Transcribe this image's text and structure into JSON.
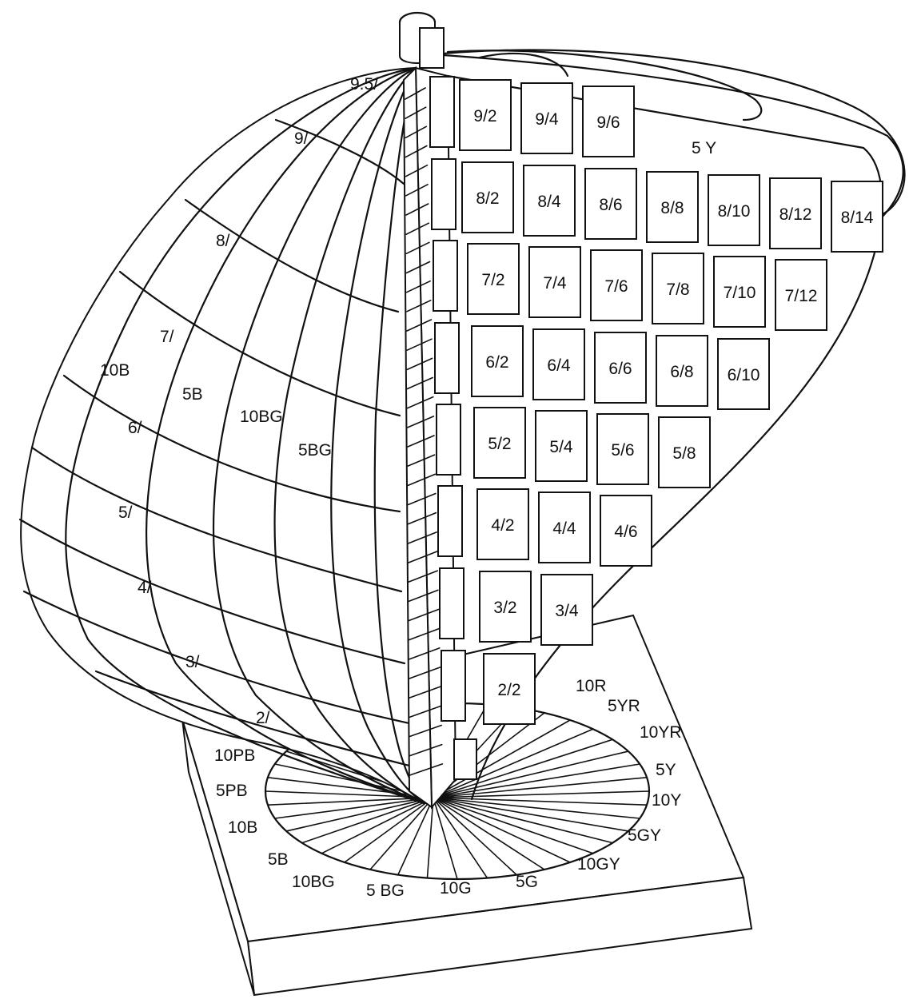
{
  "hue_page": {
    "hue": "5 Y",
    "rows": [
      [
        "9/2",
        "9/4",
        "9/6"
      ],
      [
        "8/2",
        "8/4",
        "8/6",
        "8/8",
        "8/10",
        "8/12",
        "8/14"
      ],
      [
        "7/2",
        "7/4",
        "7/6",
        "7/8",
        "7/10",
        "7/12"
      ],
      [
        "6/2",
        "6/4",
        "6/6",
        "6/8",
        "6/10"
      ],
      [
        "5/2",
        "5/4",
        "5/6",
        "5/8"
      ],
      [
        "4/2",
        "4/4",
        "4/6"
      ],
      [
        "3/2",
        "3/4"
      ],
      [
        "2/2"
      ]
    ]
  },
  "value_labels": [
    "9.5/",
    "9/",
    "8/",
    "7/",
    "6/",
    "5/",
    "4/",
    "3/",
    "2/"
  ],
  "globe_hue_labels": [
    "10B",
    "5B",
    "10BG",
    "5BG"
  ],
  "base_hue_labels": [
    "10R",
    "5YR",
    "10YR",
    "5Y",
    "10Y",
    "5GY",
    "10GY",
    "5G",
    "10G",
    "5 BG",
    "10BG",
    "5B",
    "10B",
    "5PB",
    "10PB"
  ]
}
